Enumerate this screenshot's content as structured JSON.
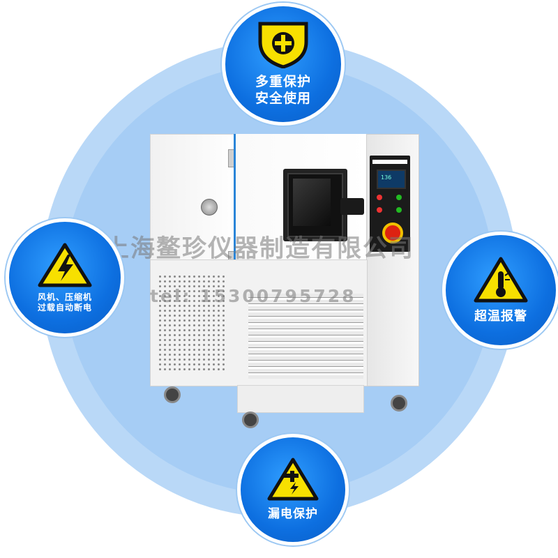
{
  "badges": {
    "top": {
      "line1": "多重保护",
      "line2": "安全使用",
      "icon": "shield-plus-icon"
    },
    "left": {
      "line1": "风机、压缩机",
      "line2": "过载自动断电",
      "icon": "high-voltage-warning-icon"
    },
    "right": {
      "line1": "超温报警",
      "icon": "thermometer-warning-icon"
    },
    "bottom": {
      "line1": "漏电保护",
      "icon": "leakage-warning-icon"
    }
  },
  "watermark": {
    "company": "上海鳌珍仪器制造有限公司",
    "tel": "tel: 15300795728"
  },
  "controller": {
    "display": "136"
  },
  "colors": {
    "badge_blue": "#0d6fe0",
    "ring": "#a6cdf5",
    "warning_yellow": "#f7e000"
  }
}
